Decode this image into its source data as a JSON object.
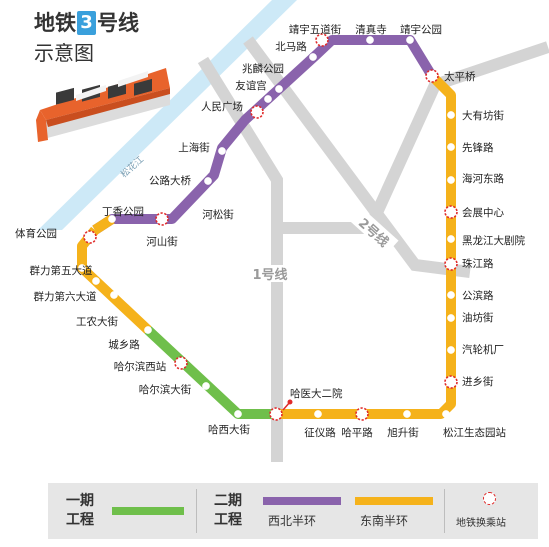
{
  "title": {
    "part1": "地铁",
    "number": "3",
    "part2": "号线",
    "subtitle": "示意图"
  },
  "river_label": "松花江",
  "line1_label": "1号线",
  "line2_label": "2号线",
  "colors": {
    "phase1": "#6fbf4b",
    "northwest": "#8a63ac",
    "southeast": "#f5b21b",
    "interchange": "#e02a2a",
    "river": "#cde9f7",
    "other_lines": "#d4d4d4"
  },
  "stations": [
    {
      "name": "体育公园",
      "type": "interchange"
    },
    {
      "name": "丁香公园",
      "type": "normal"
    },
    {
      "name": "河山街",
      "type": "interchange"
    },
    {
      "name": "河松街",
      "type": "normal"
    },
    {
      "name": "公路大桥",
      "type": "normal"
    },
    {
      "name": "上海街",
      "type": "normal"
    },
    {
      "name": "人民广场",
      "type": "interchange"
    },
    {
      "name": "友谊宫",
      "type": "normal"
    },
    {
      "name": "兆麟公园",
      "type": "normal"
    },
    {
      "name": "北马路",
      "type": "normal"
    },
    {
      "name": "靖宇五道街",
      "type": "interchange"
    },
    {
      "name": "清真寺",
      "type": "normal"
    },
    {
      "name": "靖宇公园",
      "type": "normal"
    },
    {
      "name": "太平桥",
      "type": "interchange"
    },
    {
      "name": "大有坊街",
      "type": "normal"
    },
    {
      "name": "先锋路",
      "type": "normal"
    },
    {
      "name": "海河东路",
      "type": "normal"
    },
    {
      "name": "会展中心",
      "type": "interchange"
    },
    {
      "name": "黑龙江大剧院",
      "type": "normal"
    },
    {
      "name": "珠江路",
      "type": "interchange"
    },
    {
      "name": "公滨路",
      "type": "normal"
    },
    {
      "name": "油坊街",
      "type": "normal"
    },
    {
      "name": "汽轮机厂",
      "type": "normal"
    },
    {
      "name": "进乡街",
      "type": "interchange"
    },
    {
      "name": "松江生态园站",
      "type": "normal"
    },
    {
      "name": "旭升街",
      "type": "normal"
    },
    {
      "name": "哈平路",
      "type": "interchange"
    },
    {
      "name": "征仪路",
      "type": "normal"
    },
    {
      "name": "哈医大二院",
      "type": "interchange"
    },
    {
      "name": "哈西大街",
      "type": "normal"
    },
    {
      "name": "哈尔滨大街",
      "type": "normal"
    },
    {
      "name": "哈尔滨西站",
      "type": "interchange"
    },
    {
      "name": "城乡路",
      "type": "normal"
    },
    {
      "name": "工农大街",
      "type": "normal"
    },
    {
      "name": "群力第六大道",
      "type": "normal"
    },
    {
      "name": "群力第五大道",
      "type": "normal"
    }
  ],
  "legend": {
    "phase1_title": "一期工程",
    "phase2_title": "二期工程",
    "northwest_label": "西北半环",
    "southeast_label": "东南半环",
    "interchange_label": "地铁换乘站"
  }
}
